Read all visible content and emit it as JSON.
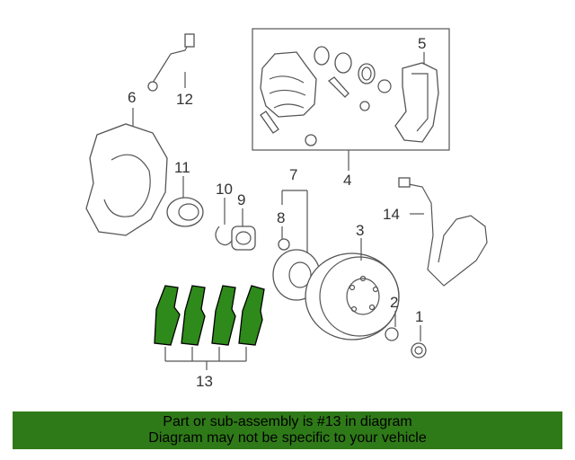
{
  "callouts": {
    "c1": "1",
    "c2": "2",
    "c3": "3",
    "c4": "4",
    "c5": "5",
    "c6": "6",
    "c7": "7",
    "c8": "8",
    "c9": "9",
    "c10": "10",
    "c11": "11",
    "c12": "12",
    "c13": "13",
    "c14": "14"
  },
  "highlight_part": "13",
  "colors": {
    "highlight": "#2e8a1a",
    "banner": "#2f7a18",
    "line": "#555555"
  },
  "banner": {
    "line1": "Part or sub-assembly is #13 in diagram",
    "line2": "Diagram may not be specific to your vehicle"
  }
}
